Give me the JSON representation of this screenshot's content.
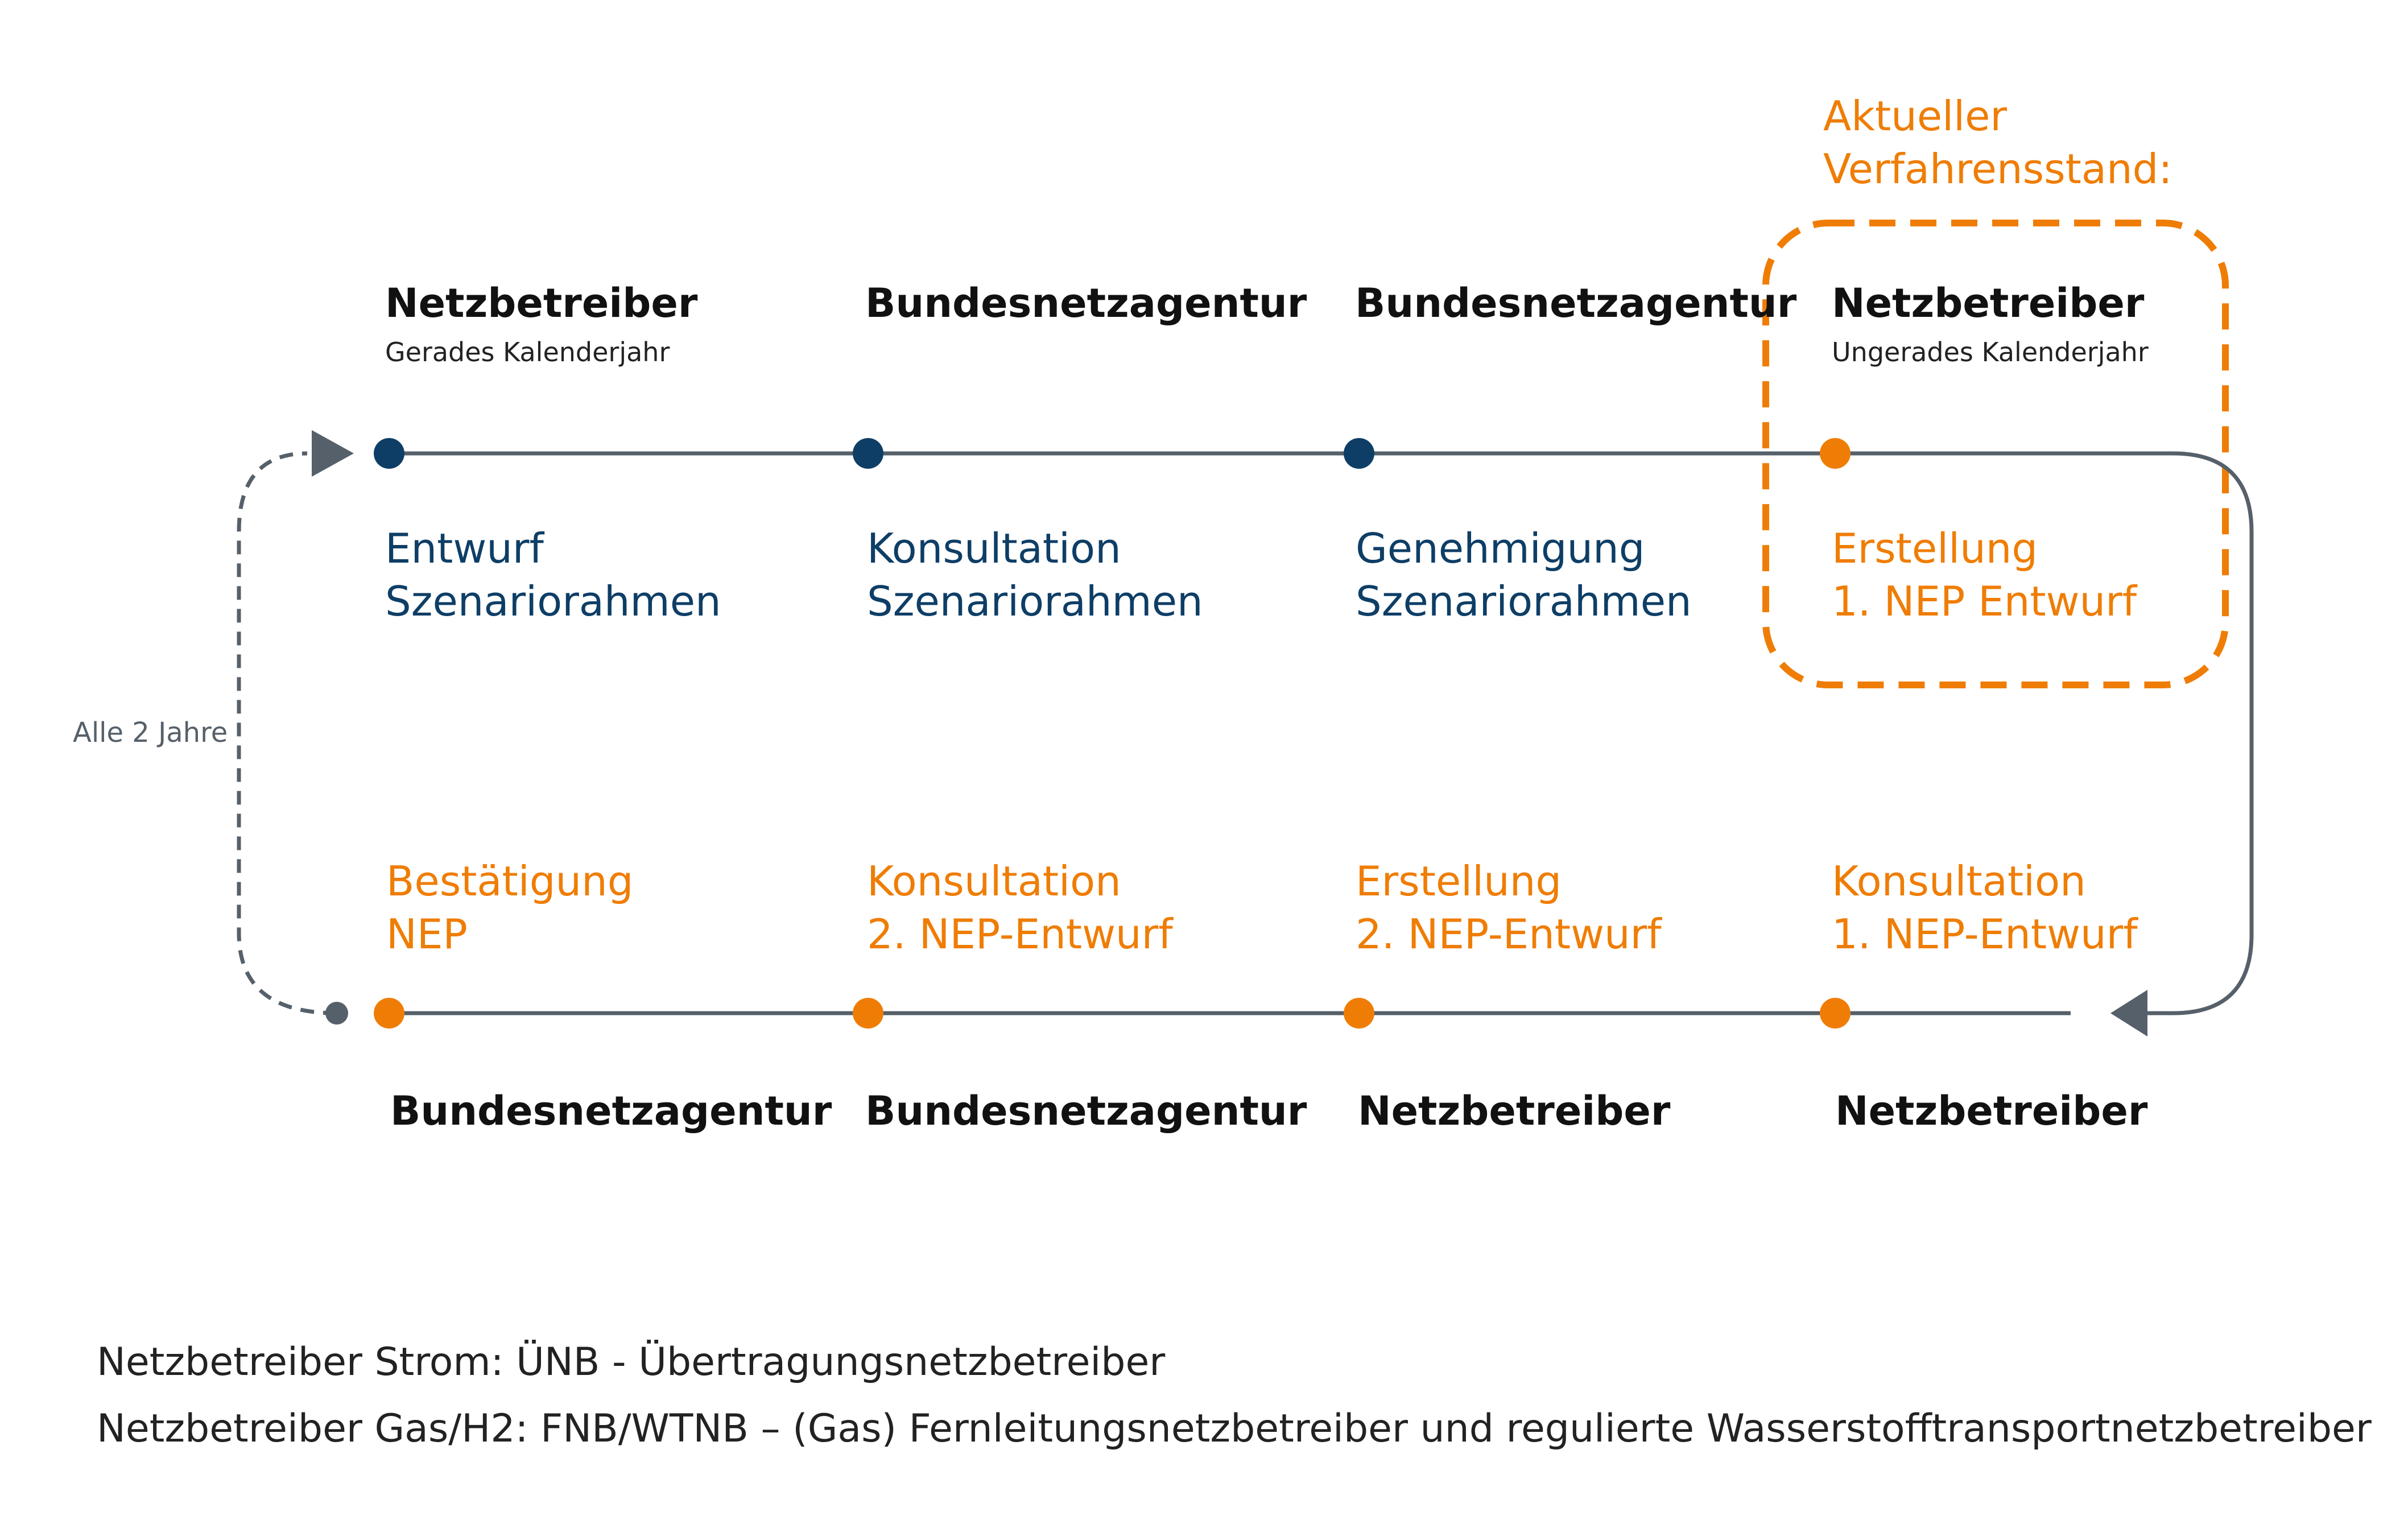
{
  "colors": {
    "blue": "#0e3e66",
    "orange": "#ef7d05",
    "line": "#56606a",
    "text": "#111111"
  },
  "current_state_label": {
    "line1": "Aktueller",
    "line2": "Verfahrensstand:"
  },
  "top_row": [
    {
      "actor": "Netzbetreiber",
      "subtitle": "Gerades Kalenderjahr",
      "step_line1": "Entwurf",
      "step_line2": "Szenariorahmen",
      "status": "blue"
    },
    {
      "actor": "Bundesnetzagentur",
      "subtitle": "",
      "step_line1": "Konsultation",
      "step_line2": "Szenariorahmen",
      "status": "blue"
    },
    {
      "actor": "Bundesnetzagentur",
      "subtitle": "",
      "step_line1": "Genehmigung",
      "step_line2": "Szenariorahmen",
      "status": "blue"
    },
    {
      "actor": "Netzbetreiber",
      "subtitle": "Ungerades Kalenderjahr",
      "step_line1": "Erstellung",
      "step_line2": "1. NEP Entwurf",
      "status": "orange"
    }
  ],
  "bottom_row": [
    {
      "actor": "Bundesnetzagentur",
      "step_line1": "Bestätigung",
      "step_line2": "NEP",
      "status": "orange"
    },
    {
      "actor": "Bundesnetzagentur",
      "step_line1": "Konsultation",
      "step_line2": "2. NEP-Entwurf",
      "status": "orange"
    },
    {
      "actor": "Netzbetreiber",
      "step_line1": "Erstellung",
      "step_line2": "2. NEP-Entwurf",
      "status": "orange"
    },
    {
      "actor": "Netzbetreiber",
      "step_line1": "Konsultation",
      "step_line2": "1. NEP-Entwurf",
      "status": "orange"
    }
  ],
  "cycle_label": "Alle 2 Jahre",
  "footer": {
    "line1": "Netzbetreiber Strom: ÜNB - Übertragungsnetzbetreiber",
    "line2": "Netzbetreiber Gas/H2: FNB/WTNB  – (Gas) Fernleitungsnetzbetreiber und regulierte Wasserstofftransportnetzbetreiber"
  }
}
